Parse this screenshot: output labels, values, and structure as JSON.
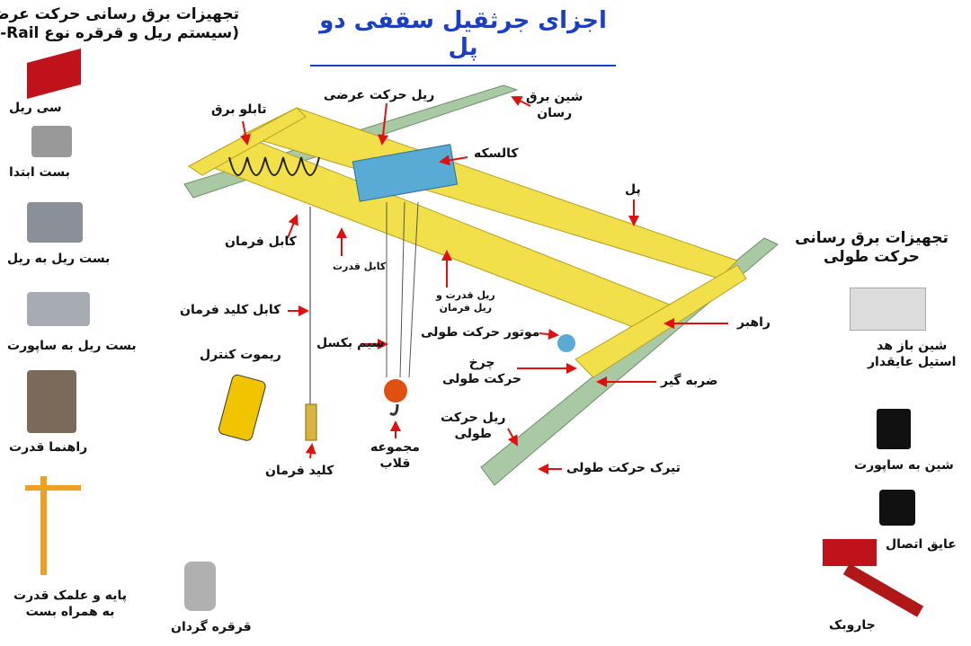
{
  "title": "اجزای جرثقیل سقفی دو پل",
  "left_panel": {
    "heading_line1": "تجهیزات برق رسانی حرکت عرضی",
    "heading_line2": "(سیستم ریل و قرقره نوع C-Rail)",
    "items": [
      "سی ریل",
      "بست ابتدا",
      "بست ریل به ریل",
      "بست ریل به ساپورت",
      "راهنما قدرت",
      "پایه و علمک قدرت",
      "به همراه بست",
      "قرقره گردان"
    ]
  },
  "right_panel": {
    "heading_line1": "تجهیزات برق رسانی",
    "heading_line2": "حرکت طولی",
    "items": [
      "شین باز هد",
      "استیل عایقدار",
      "شین به ساپورت",
      "عایق اتصال",
      "جاروبک"
    ]
  },
  "parts": {
    "panel": "تابلو برق",
    "cross_rail": "ریل حرکت عرضی",
    "busbar_1": "شین برق",
    "busbar_2": "رسان",
    "trolley": "کالسکه",
    "bridge": "پل",
    "control_cable": "کابل فرمان",
    "power_cable": "کابل قدرت",
    "rails_1": "ریل قدرت و",
    "rails_2": "ریل فرمان",
    "pendant_cable": "کابل کلید فرمان",
    "wire_rope": "سیم بکسل",
    "long_motor": "موتور حرکت طولی",
    "guide": "راهبر",
    "remote": "ریموت کنترل",
    "wheel_1": "چرخ",
    "wheel_2": "حرکت طولی",
    "buffer": "ضربه گیر",
    "long_rail_1": "ریل حرکت",
    "long_rail_2": "طولی",
    "pendant": "کلید فرمان",
    "hook_1": "مجموعه",
    "hook_2": "قلاب",
    "runway_beam": "تیرک حرکت طولی"
  },
  "colors": {
    "title": "#1a3fc4",
    "crane": "#f2e04a",
    "arrow": "#e01010",
    "rail": "#a9c9a4"
  }
}
